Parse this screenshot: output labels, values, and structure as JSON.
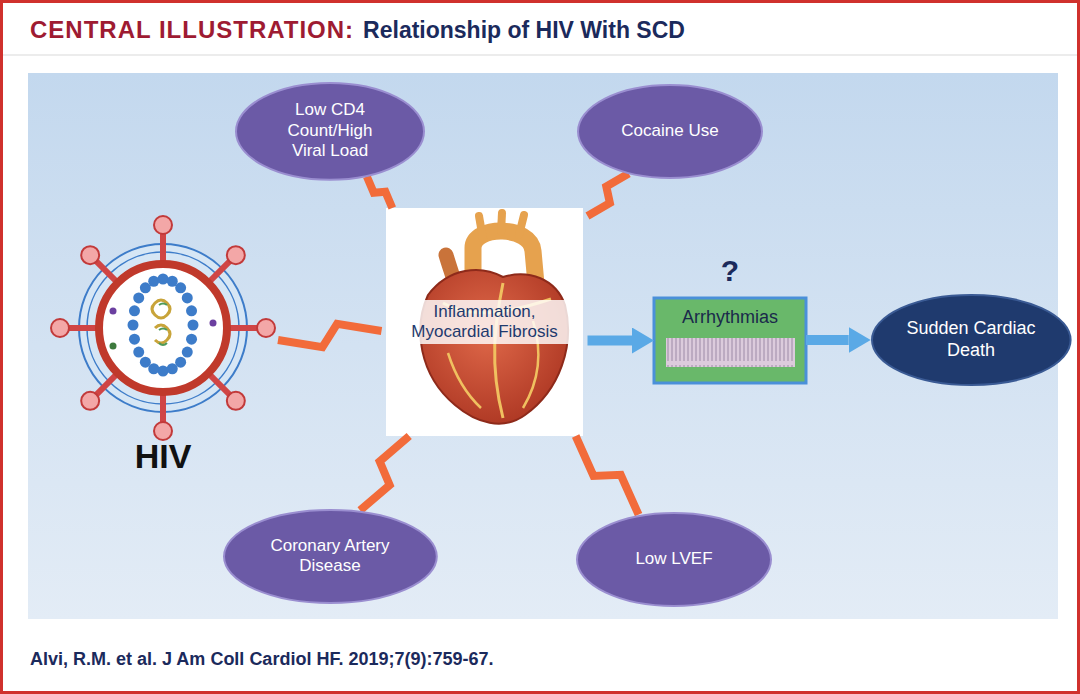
{
  "diagram": {
    "title": "Relationship of HIV With SCD",
    "caption": "Alvi, R.M. et al. J Am Coll Cardiol HF. 2019;7(9):759-67.",
    "nodes": [
      {
        "text": [
          "Low CD4 Count/High Viral Load"
        ]
      },
      {
        "text": [
          "Cocaine Use"
        ]
      },
      {
        "text": [
          "HIV"
        ]
      },
      {
        "text": [
          "Inflammation, Myocardial Fibrosis"
        ]
      },
      {
        "text": [
          "Arrhythmias"
        ]
      },
      {
        "text": [
          "Sudden Cardiac Death"
        ]
      },
      {
        "text": [
          "Coronary Artery Disease"
        ]
      },
      {
        "text": [
          "Low LVEF"
        ]
      }
    ],
    "edges": [
      {
        "from": 0,
        "to": 3,
        "arrow": "none"
      },
      {
        "from": 1,
        "to": 3,
        "arrow": "none"
      },
      {
        "from": 2,
        "to": 3,
        "arrow": "none"
      },
      {
        "from": 6,
        "to": 3,
        "arrow": "none"
      },
      {
        "from": 7,
        "to": 3,
        "arrow": "none"
      },
      {
        "from": 3,
        "to": 4,
        "arrow": "to"
      },
      {
        "from": 4,
        "to": 5,
        "arrow": "to"
      }
    ],
    "labels": [
      "CENTRAL ILLUSTRATION:",
      "?"
    ]
  }
}
